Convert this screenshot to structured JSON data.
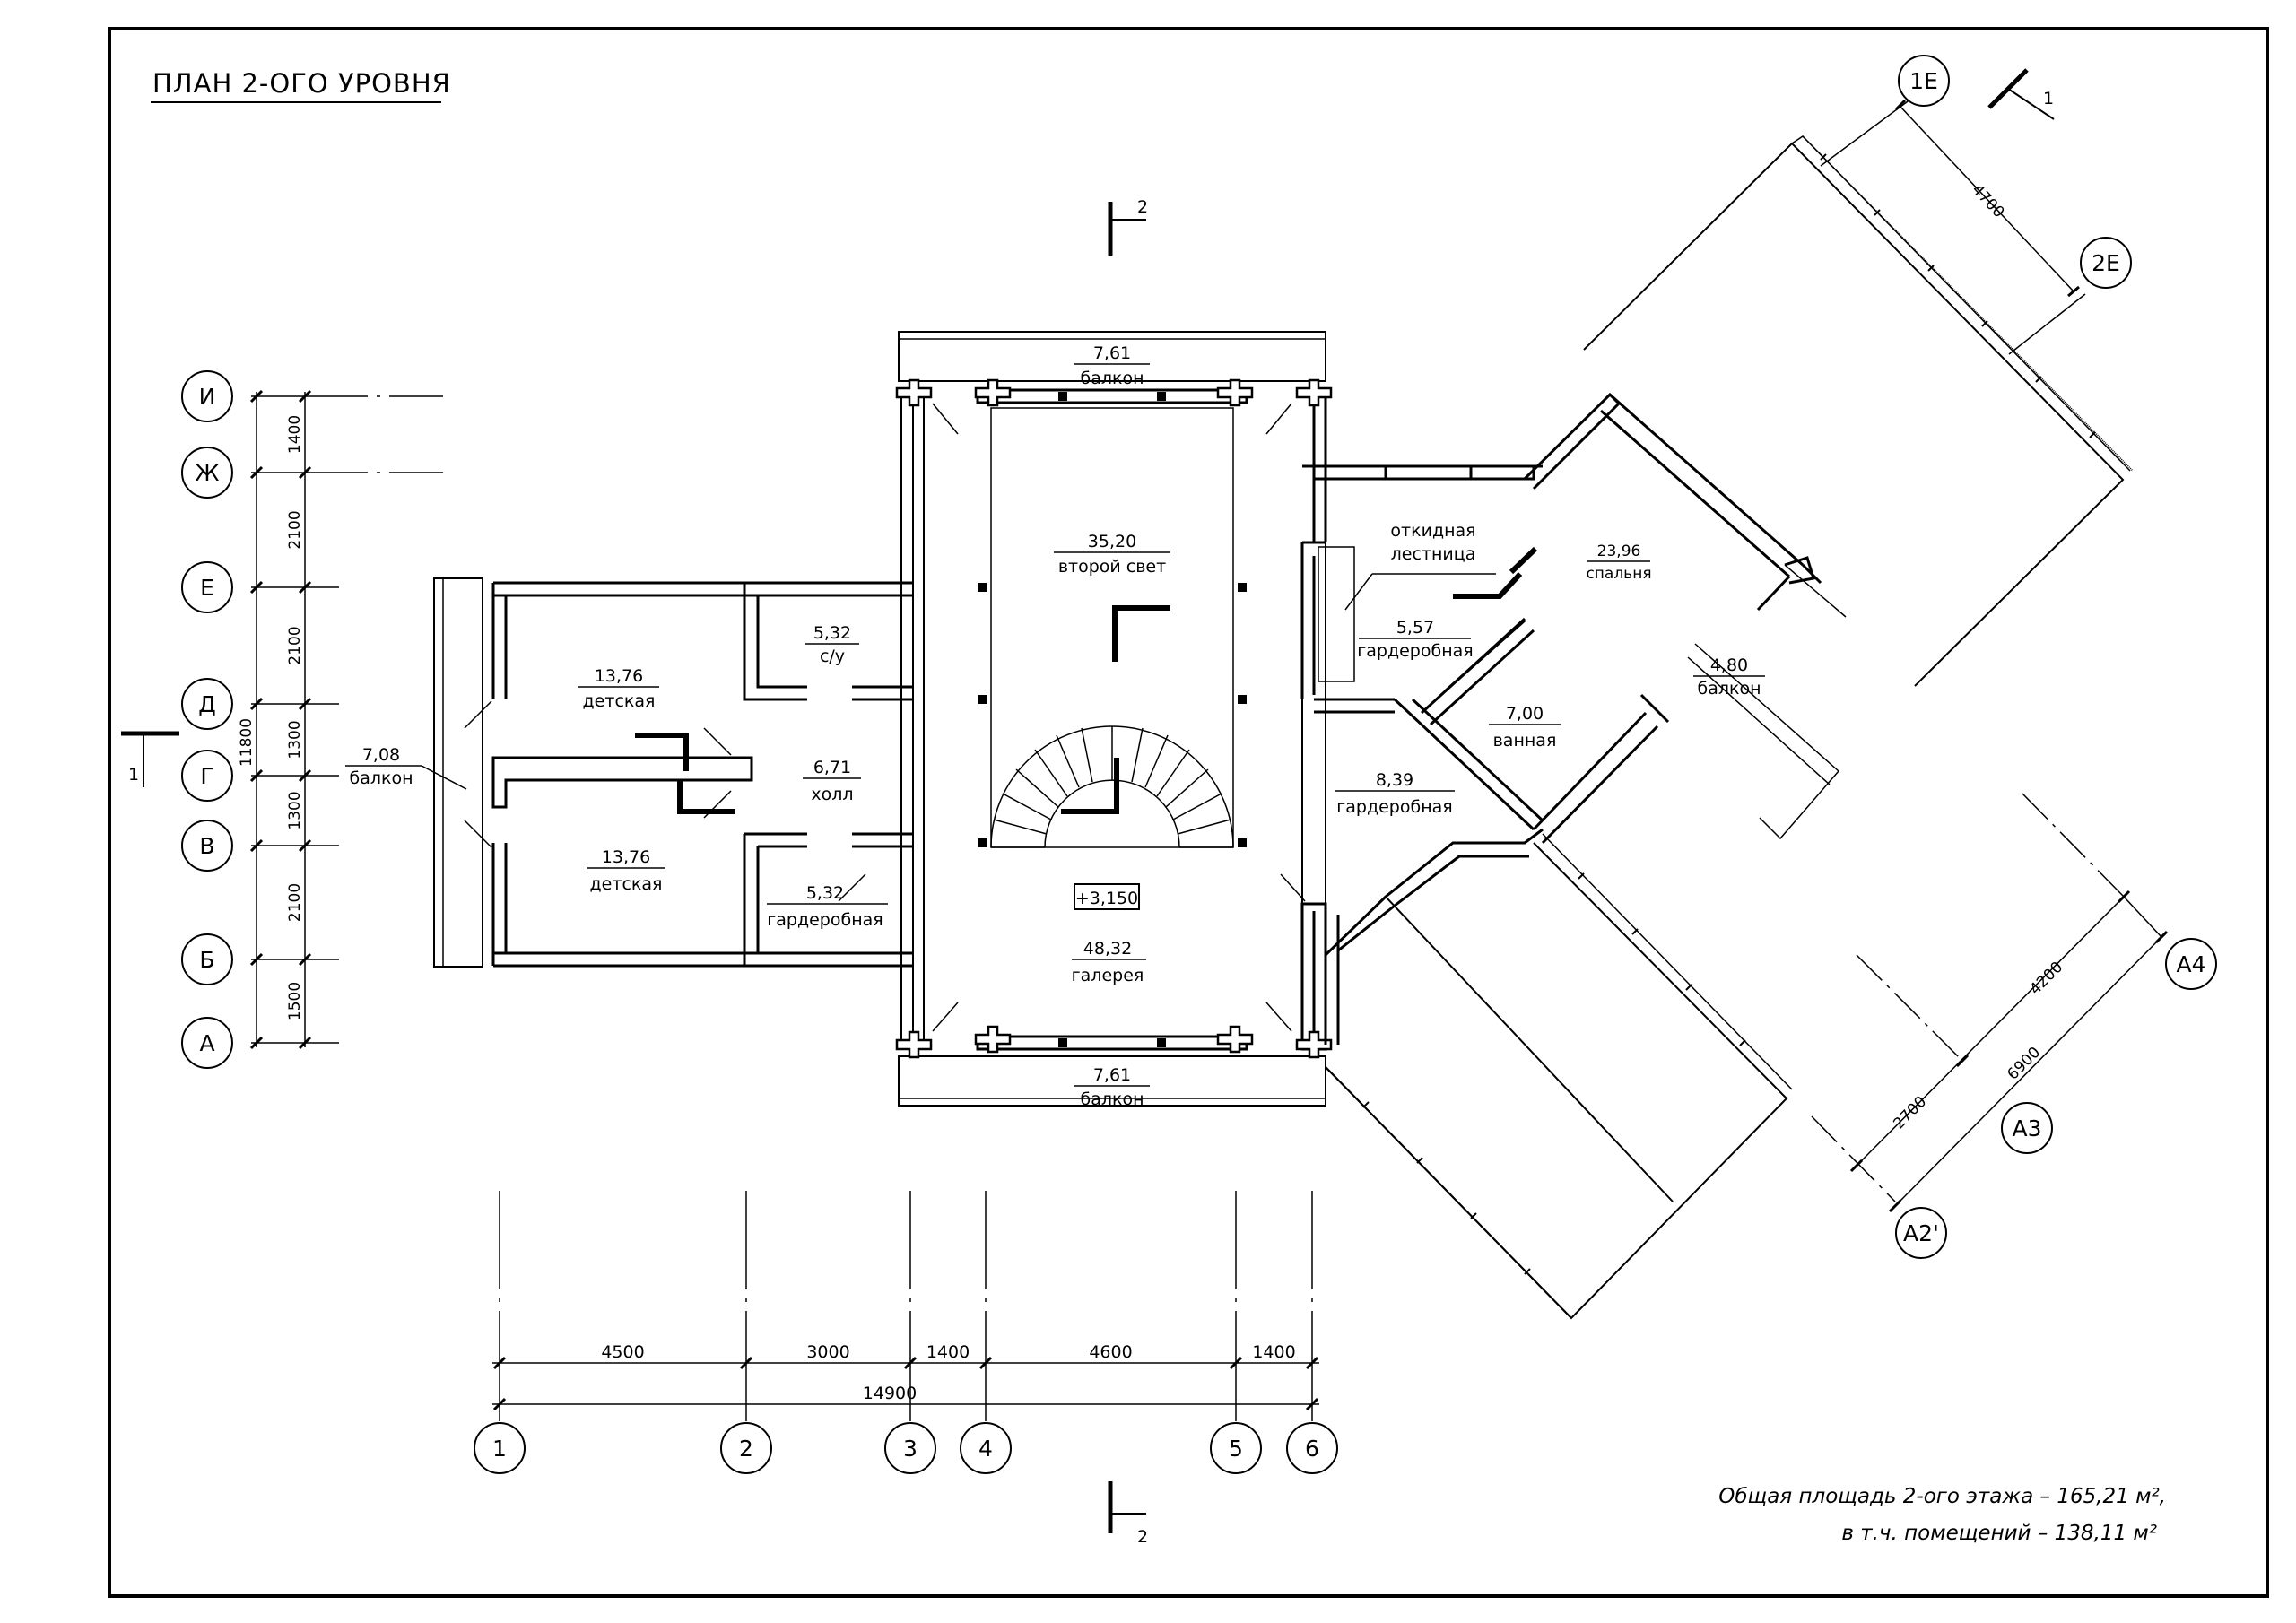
{
  "title": "ПЛАН 2-ОГО УРОВНЯ",
  "rooms": {
    "balcony_top": {
      "area": "7,61",
      "name": "балкон"
    },
    "second_light": {
      "area": "35,20",
      "name": "второй свет"
    },
    "bedroom_kids_1": {
      "area": "13,76",
      "name": "детская"
    },
    "bathroom": {
      "area": "5,32",
      "name": "с/у"
    },
    "balcony_left": {
      "area": "7,08",
      "name": "балкон"
    },
    "hall": {
      "area": "6,71",
      "name": "холл"
    },
    "bedroom_kids_2": {
      "area": "13,76",
      "name": "детская"
    },
    "wardrobe_left": {
      "area": "5,32",
      "name": "гардеробная"
    },
    "gallery": {
      "area": "48,32",
      "name": "галерея"
    },
    "level_mark": "+3,150",
    "balcony_bottom": {
      "area": "7,61",
      "name": "балкон"
    },
    "folding_ladder": {
      "line1": "откидная",
      "line2": "лестница"
    },
    "wardrobe_small": {
      "area": "5,57",
      "name": "гардеробная"
    },
    "bedroom": {
      "area": "23,96",
      "name": "спальня"
    },
    "bath": {
      "area": "7,00",
      "name": "ванная"
    },
    "balcony_right": {
      "area": "4,80",
      "name": "балкон"
    },
    "wardrobe_big": {
      "area": "8,39",
      "name": "гардеробная"
    }
  },
  "row_axes": [
    "И",
    "Ж",
    "Е",
    "Д",
    "Г",
    "В",
    "Б",
    "А"
  ],
  "row_dims": [
    "1400",
    "2100",
    "2100",
    "1300",
    "1300",
    "2100",
    "1500"
  ],
  "row_total": "11800",
  "col_axes": [
    "1",
    "2",
    "3",
    "4",
    "5",
    "6"
  ],
  "col_dims": [
    "4500",
    "3000",
    "1400",
    "4600",
    "1400"
  ],
  "col_total": "14900",
  "diag_axes": {
    "a1": "1Е",
    "a2": "2Е",
    "b1": "А4",
    "b2": "А3",
    "b3": "А2'"
  },
  "diag_dims": {
    "top": "4700",
    "d1": "4200",
    "d2": "6900",
    "d3": "2700"
  },
  "sections": {
    "s1": "1",
    "s2": "2"
  },
  "notes": {
    "line1": "Общая площадь 2-ого этажа – 165,21 м², ",
    "line2": "в т.ч. помещений – 138,11 м²"
  }
}
